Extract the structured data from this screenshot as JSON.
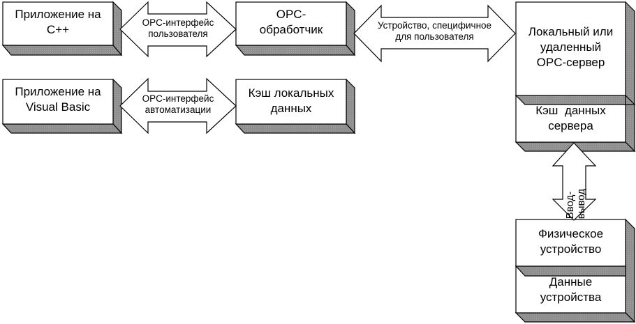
{
  "boxes": {
    "cpp_app": [
      "Приложение на",
      "C++"
    ],
    "vb_app": [
      "Приложение на",
      "Visual Basic"
    ],
    "opc_handler": [
      "OPC-",
      "обработчик"
    ],
    "local_cache": [
      "Кэш локальных",
      "данных"
    ],
    "opc_server": [
      "Локальный или",
      "удаленный",
      "OPC-сервер"
    ],
    "server_cache": [
      "Кэш  данных",
      "сервера"
    ],
    "physical_device": [
      "Физическое",
      "устройство"
    ],
    "device_data": [
      "Данные",
      "устройства"
    ]
  },
  "arrows": {
    "custom_interface": [
      "OPC-интерфейс",
      "пользователя"
    ],
    "automation_interface": [
      "OPC-интерфейс",
      "автоматизации"
    ],
    "device_specific": [
      "Устройство, специфичное",
      "для пользователя"
    ],
    "io": [
      "Ввод-",
      "вывод"
    ]
  },
  "colors": {
    "shade": "#8f8f8f",
    "line": "#000000",
    "fill": "#ffffff"
  }
}
